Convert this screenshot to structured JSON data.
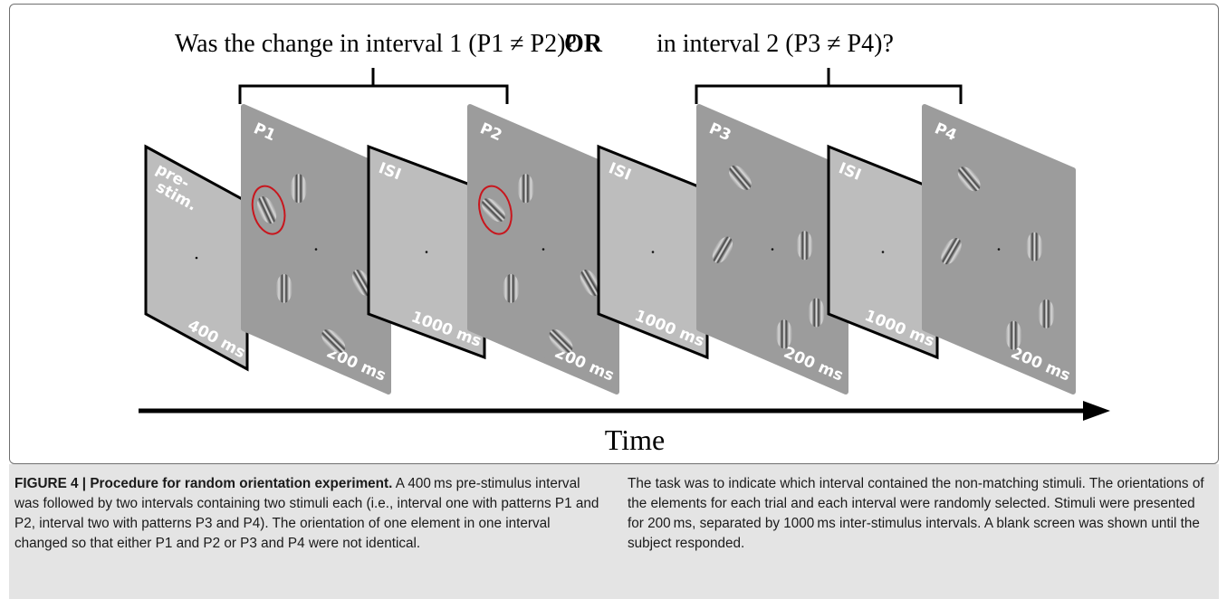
{
  "figure": {
    "question_part1": "Was the change in interval 1 (P1 ≠ P2)?",
    "question_or": "OR",
    "question_part2": "in interval 2 (P3 ≠ P4)?",
    "time_label": "Time",
    "panels": [
      {
        "id": "prestim",
        "label_lines": [
          "pre-",
          "stim."
        ],
        "duration": "400 ms",
        "kind": "blank"
      },
      {
        "id": "p1",
        "label_lines": [
          "P1"
        ],
        "duration": "200 ms",
        "kind": "stimulus"
      },
      {
        "id": "isi1",
        "label_lines": [
          "ISI"
        ],
        "duration": "1000 ms",
        "kind": "blank"
      },
      {
        "id": "p2",
        "label_lines": [
          "P2"
        ],
        "duration": "200 ms",
        "kind": "stimulus"
      },
      {
        "id": "isi2",
        "label_lines": [
          "ISI"
        ],
        "duration": "1000 ms",
        "kind": "blank"
      },
      {
        "id": "p3",
        "label_lines": [
          "P3"
        ],
        "duration": "200 ms",
        "kind": "stimulus"
      },
      {
        "id": "isi3",
        "label_lines": [
          "ISI"
        ],
        "duration": "1000 ms",
        "kind": "blank"
      },
      {
        "id": "p4",
        "label_lines": [
          "P4"
        ],
        "duration": "200 ms",
        "kind": "stimulus"
      }
    ],
    "colors": {
      "blank_panel": "#bdbdbd",
      "stimulus_panel": "#9c9c9c",
      "panel_border": "#000000",
      "panel_text": "#ffffff",
      "highlight_circle": "#c8161d",
      "arrow": "#000000"
    }
  },
  "caption": {
    "title": "FIGURE 4 | Procedure for random orientation experiment.",
    "left_text": " A 400 ms pre-stimulus interval was followed by two intervals containing two stimuli each (i.e., interval one with patterns P1 and P2, interval two with patterns P3 and P4). The orientation of one element in one interval changed so that either P1 and P2 or P3 and P4 were not identical.",
    "right_text": "The task was to indicate which interval contained the non-matching stimuli. The orientations of the elements for each trial and each interval were randomly selected. Stimuli were presented for 200 ms, separated by 1000 ms inter-stimulus intervals. A blank screen was shown until the subject responded."
  }
}
